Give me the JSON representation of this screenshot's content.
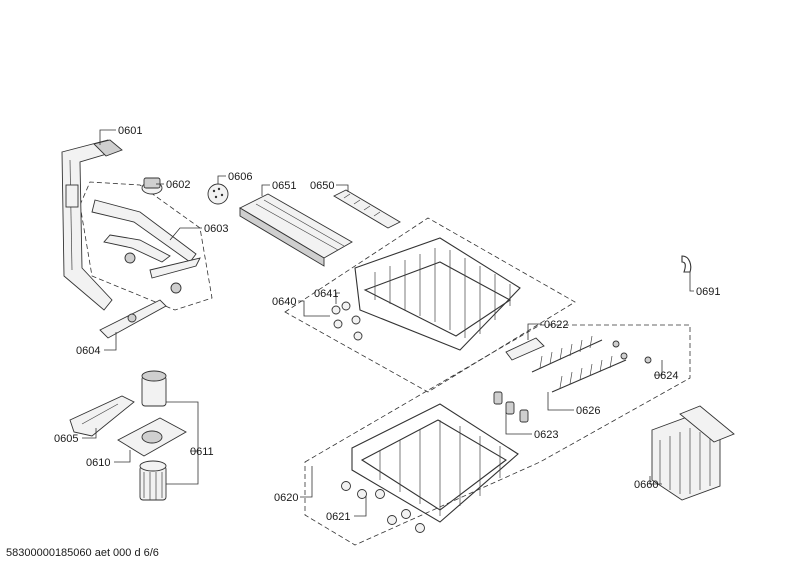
{
  "labels": {
    "p0601": "0601",
    "p0602": "0602",
    "p0603": "0603",
    "p0604": "0604",
    "p0605": "0605",
    "p0606": "0606",
    "p0610": "0610",
    "p0611": "0611",
    "p0620": "0620",
    "p0621": "0621",
    "p0622": "0622",
    "p0623": "0623",
    "p0624": "0624",
    "p0626": "0626",
    "p0640": "0640",
    "p0641": "0641",
    "p0650": "0650",
    "p0651": "0651",
    "p0660": "0660",
    "p0691": "0691"
  },
  "footer": {
    "doc_code": "58300000185060 aet 000 d 6/6"
  }
}
